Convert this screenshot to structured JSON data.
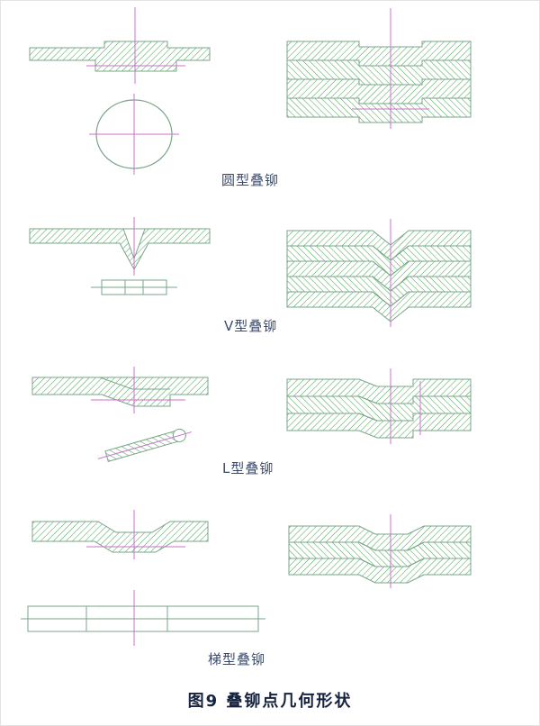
{
  "figure": {
    "caption": "图9 叠铆点几何形状",
    "types": [
      {
        "label": "圆型叠铆"
      },
      {
        "label": "V型叠铆"
      },
      {
        "label": "L型叠铆"
      },
      {
        "label": "梯型叠铆"
      }
    ],
    "colors": {
      "hatch_green": "#3fa24d",
      "outline_green": "#7aa489",
      "centerline_magenta": "#cf6fcf",
      "label_text": "#3a4a6b",
      "caption_text": "#16233f"
    }
  }
}
